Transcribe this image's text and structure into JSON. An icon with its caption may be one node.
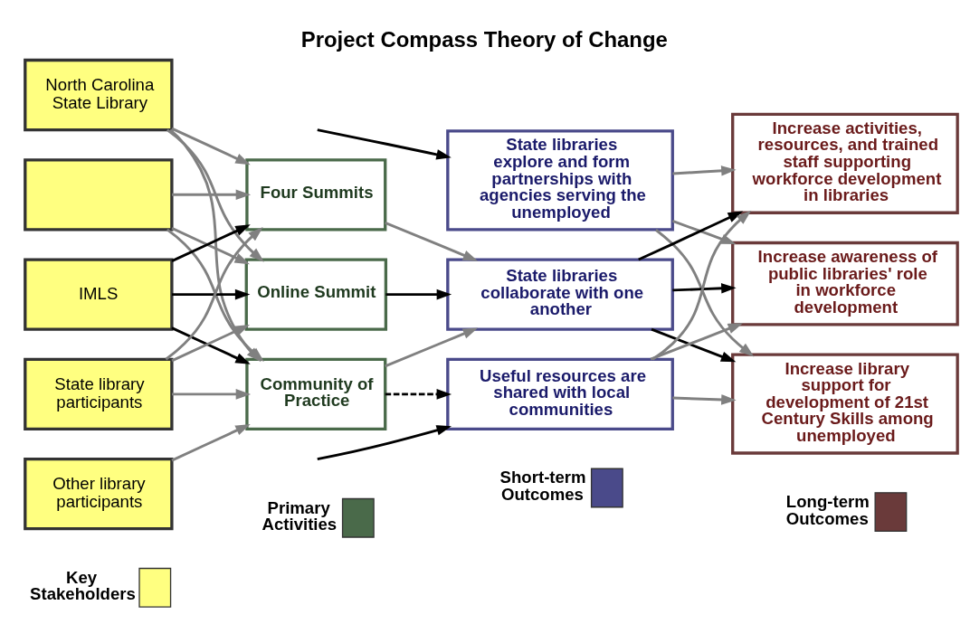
{
  "diagram": {
    "title": "Project Compass Theory of Change",
    "nodes": [
      {
        "text": [
          "North Carolina State Library"
        ]
      },
      {
        "text": [],
        "shape": "box"
      },
      {
        "text": [
          "IMLS"
        ]
      },
      {
        "text": [
          "State library participants"
        ]
      },
      {
        "text": [
          "Other library participants"
        ]
      },
      {
        "text": [
          "Four Summits"
        ]
      },
      {
        "text": [
          "Online Summit"
        ]
      },
      {
        "text": [
          "Community of Practice"
        ]
      },
      {
        "text": [
          "State libraries explore and form partnerships with agencies serving the unemployed"
        ]
      },
      {
        "text": [
          "State libraries collaborate with one another"
        ]
      },
      {
        "text": [
          "Useful resources are shared with local communities"
        ]
      },
      {
        "text": [
          "Increase activities, resources, and trained staff supporting workforce development in libraries"
        ]
      },
      {
        "text": [
          "Increase awareness of public libraries' role in workforce development"
        ]
      },
      {
        "text": [
          "Increase library support for development of 21st Century Skills among unemployed"
        ]
      }
    ],
    "edges": [
      {
        "from": 0,
        "to": 5,
        "arrow": "to"
      },
      {
        "from": 0,
        "to": 6,
        "arrow": "to"
      },
      {
        "from": 0,
        "to": 7,
        "arrow": "to"
      },
      {
        "from": 1,
        "to": 5,
        "arrow": "to"
      },
      {
        "from": 1,
        "to": 6,
        "arrow": "to"
      },
      {
        "from": 1,
        "to": 7,
        "arrow": "to"
      },
      {
        "from": 2,
        "to": 5,
        "arrow": "to",
        "color": "#000000"
      },
      {
        "from": 2,
        "to": 6,
        "arrow": "to",
        "color": "#000000"
      },
      {
        "from": 2,
        "to": 7,
        "arrow": "to",
        "color": "#000000"
      },
      {
        "from": 3,
        "to": 5,
        "arrow": "to"
      },
      {
        "from": 3,
        "to": 6,
        "arrow": "to"
      },
      {
        "from": 3,
        "to": 7,
        "arrow": "to"
      },
      {
        "from": 4,
        "to": 7,
        "arrow": "to"
      },
      {
        "from": 5,
        "to": 9,
        "arrow": "to"
      },
      {
        "from": 6,
        "to": 9,
        "arrow": "to",
        "color": "#000000"
      },
      {
        "from": 7,
        "to": 9,
        "arrow": "to"
      },
      {
        "from": null,
        "to": 8,
        "arrow": "to",
        "color": "#000000"
      },
      {
        "from": null,
        "to": 10,
        "arrow": "to",
        "color": "#000000"
      },
      {
        "from": 7,
        "to": 10,
        "arrow": "to",
        "style": "dashed",
        "color": "#000000"
      },
      {
        "from": 8,
        "to": 11,
        "arrow": "to"
      },
      {
        "from": 8,
        "to": 12,
        "arrow": "to"
      },
      {
        "from": 8,
        "to": 13,
        "arrow": "to"
      },
      {
        "from": 9,
        "to": 11,
        "arrow": "to",
        "color": "#000000"
      },
      {
        "from": 9,
        "to": 12,
        "arrow": "to",
        "color": "#000000"
      },
      {
        "from": 9,
        "to": 13,
        "arrow": "to",
        "color": "#000000"
      },
      {
        "from": 10,
        "to": 11,
        "arrow": "to"
      },
      {
        "from": 10,
        "to": 12,
        "arrow": "to"
      },
      {
        "from": 10,
        "to": 13,
        "arrow": "to"
      }
    ],
    "legend": [
      {
        "text": "Key Stakeholders",
        "color": "#ffff80"
      },
      {
        "text": "Primary Activities",
        "color": "#4a6a4a"
      },
      {
        "text": "Short-term Outcomes",
        "color": "#4a4a8a"
      },
      {
        "text": "Long-term Outcomes",
        "color": "#6a3a3a"
      }
    ]
  }
}
